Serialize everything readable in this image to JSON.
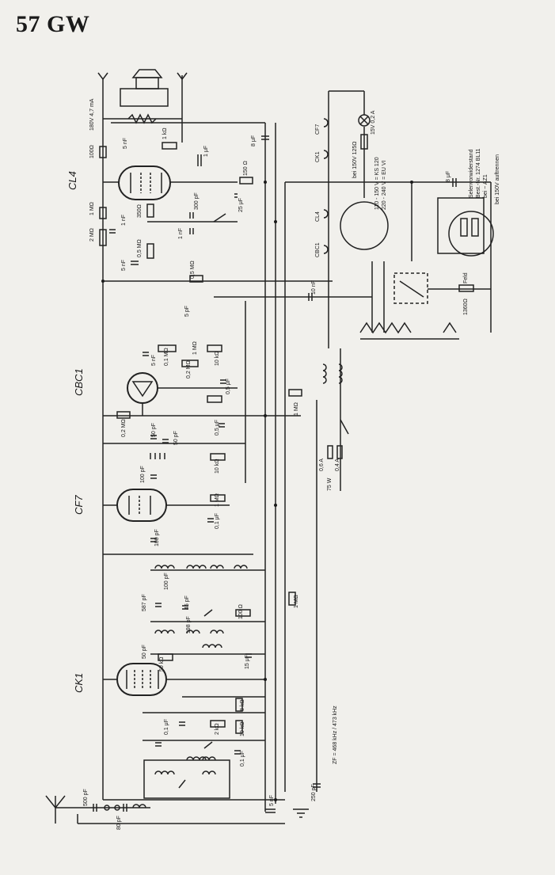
{
  "title": "57 GW",
  "tubes": [
    "CL4",
    "CBC1",
    "CF7",
    "CK1"
  ],
  "labels": {
    "cl4_plate": "180V 4,7 mA",
    "r_100": "100Ω",
    "r_1m_cl4": "1 MΩ",
    "r_2m": "2 MΩ",
    "c_1nf_a": "1 nF",
    "r_350": "350Ω",
    "r_05m": "0,5 MΩ",
    "c_5nf": "5 nF",
    "c_1nf": "1 nF",
    "c_5nf_b": "5 nF",
    "r_1k": "1 kΩ",
    "c_1uf": "1 μF",
    "c_8uf": "8 μF",
    "r_150": "150 Ω",
    "c_25uf": "25 μF",
    "c_300pf": "300 pF",
    "pot_05m": "0,5 MΩ",
    "c_5pf": "5 pF",
    "c_10nf": "10 nF",
    "lamp": "15V 0,2 A",
    "cf7_tag": "CF7",
    "ck1_tag": "CK1",
    "cl4_tag": "CL4",
    "cbc1_tag": "CBC1",
    "r_bei150": "bei 150V 125Ω",
    "voltage_note_1": "110 - 150 V = KS 120",
    "voltage_note_2": "220 - 240 V = EU VI",
    "selen_1": "Selenvorwiderstand",
    "selen_2": "Best.-Nr. 1274 BL11",
    "selen_3": "bei ~ AZ1",
    "short_note": "bei 150V auftrennen",
    "c_8uf_b": "8 μF",
    "feld": "Feld",
    "r_1360": "1360Ω",
    "r_02m": "0,2 MΩ",
    "c_50pf": "50 pF",
    "c_50pf_b": "50 pF",
    "r_1m_b": "1 MΩ",
    "r_10k": "10 kΩ",
    "c_05uf": "0,5 μF",
    "c_05uf_b": "0,5 μF",
    "c_5nf_c": "5 nF",
    "r_01m": "0,1 MΩ",
    "r_02m_b": "0,2 MΩ",
    "r_10k_b": "10 kΩ",
    "r_1m_c": "1 MΩ",
    "c_100pf": "100 pF",
    "r_1m_d": "1 MΩ",
    "c_01uf": "0,1 μF",
    "c_100pf_b": "100 pF",
    "r_1m_e": "1 MΩ",
    "fuse_1": "0,6 A",
    "fuse_2": "0,4 A",
    "w_75": "75 W",
    "c_100pf_c": "100 pF",
    "c_587pf": "587 pF",
    "c_45pf": "45 pF",
    "r_100_b": "100 Ω",
    "c_198pf": "198 pF",
    "r_50k": "50 kΩ",
    "c_15uf": "15 μF",
    "c_50pf_c": "50 pF",
    "r_2k": "2 kΩ",
    "r_8k": "8 kΩ",
    "r_10k_c": "10 kΩ",
    "c_01uf_b": "0,1 μF",
    "c_01uf_c": "0,1 μF",
    "zf": "ZF = 468 kHz / 473 kHz",
    "c_500pf": "500 pF",
    "c_80pf": "80 pF",
    "c_5nf_d": "5 nF",
    "c_250pf": "250 pF"
  }
}
